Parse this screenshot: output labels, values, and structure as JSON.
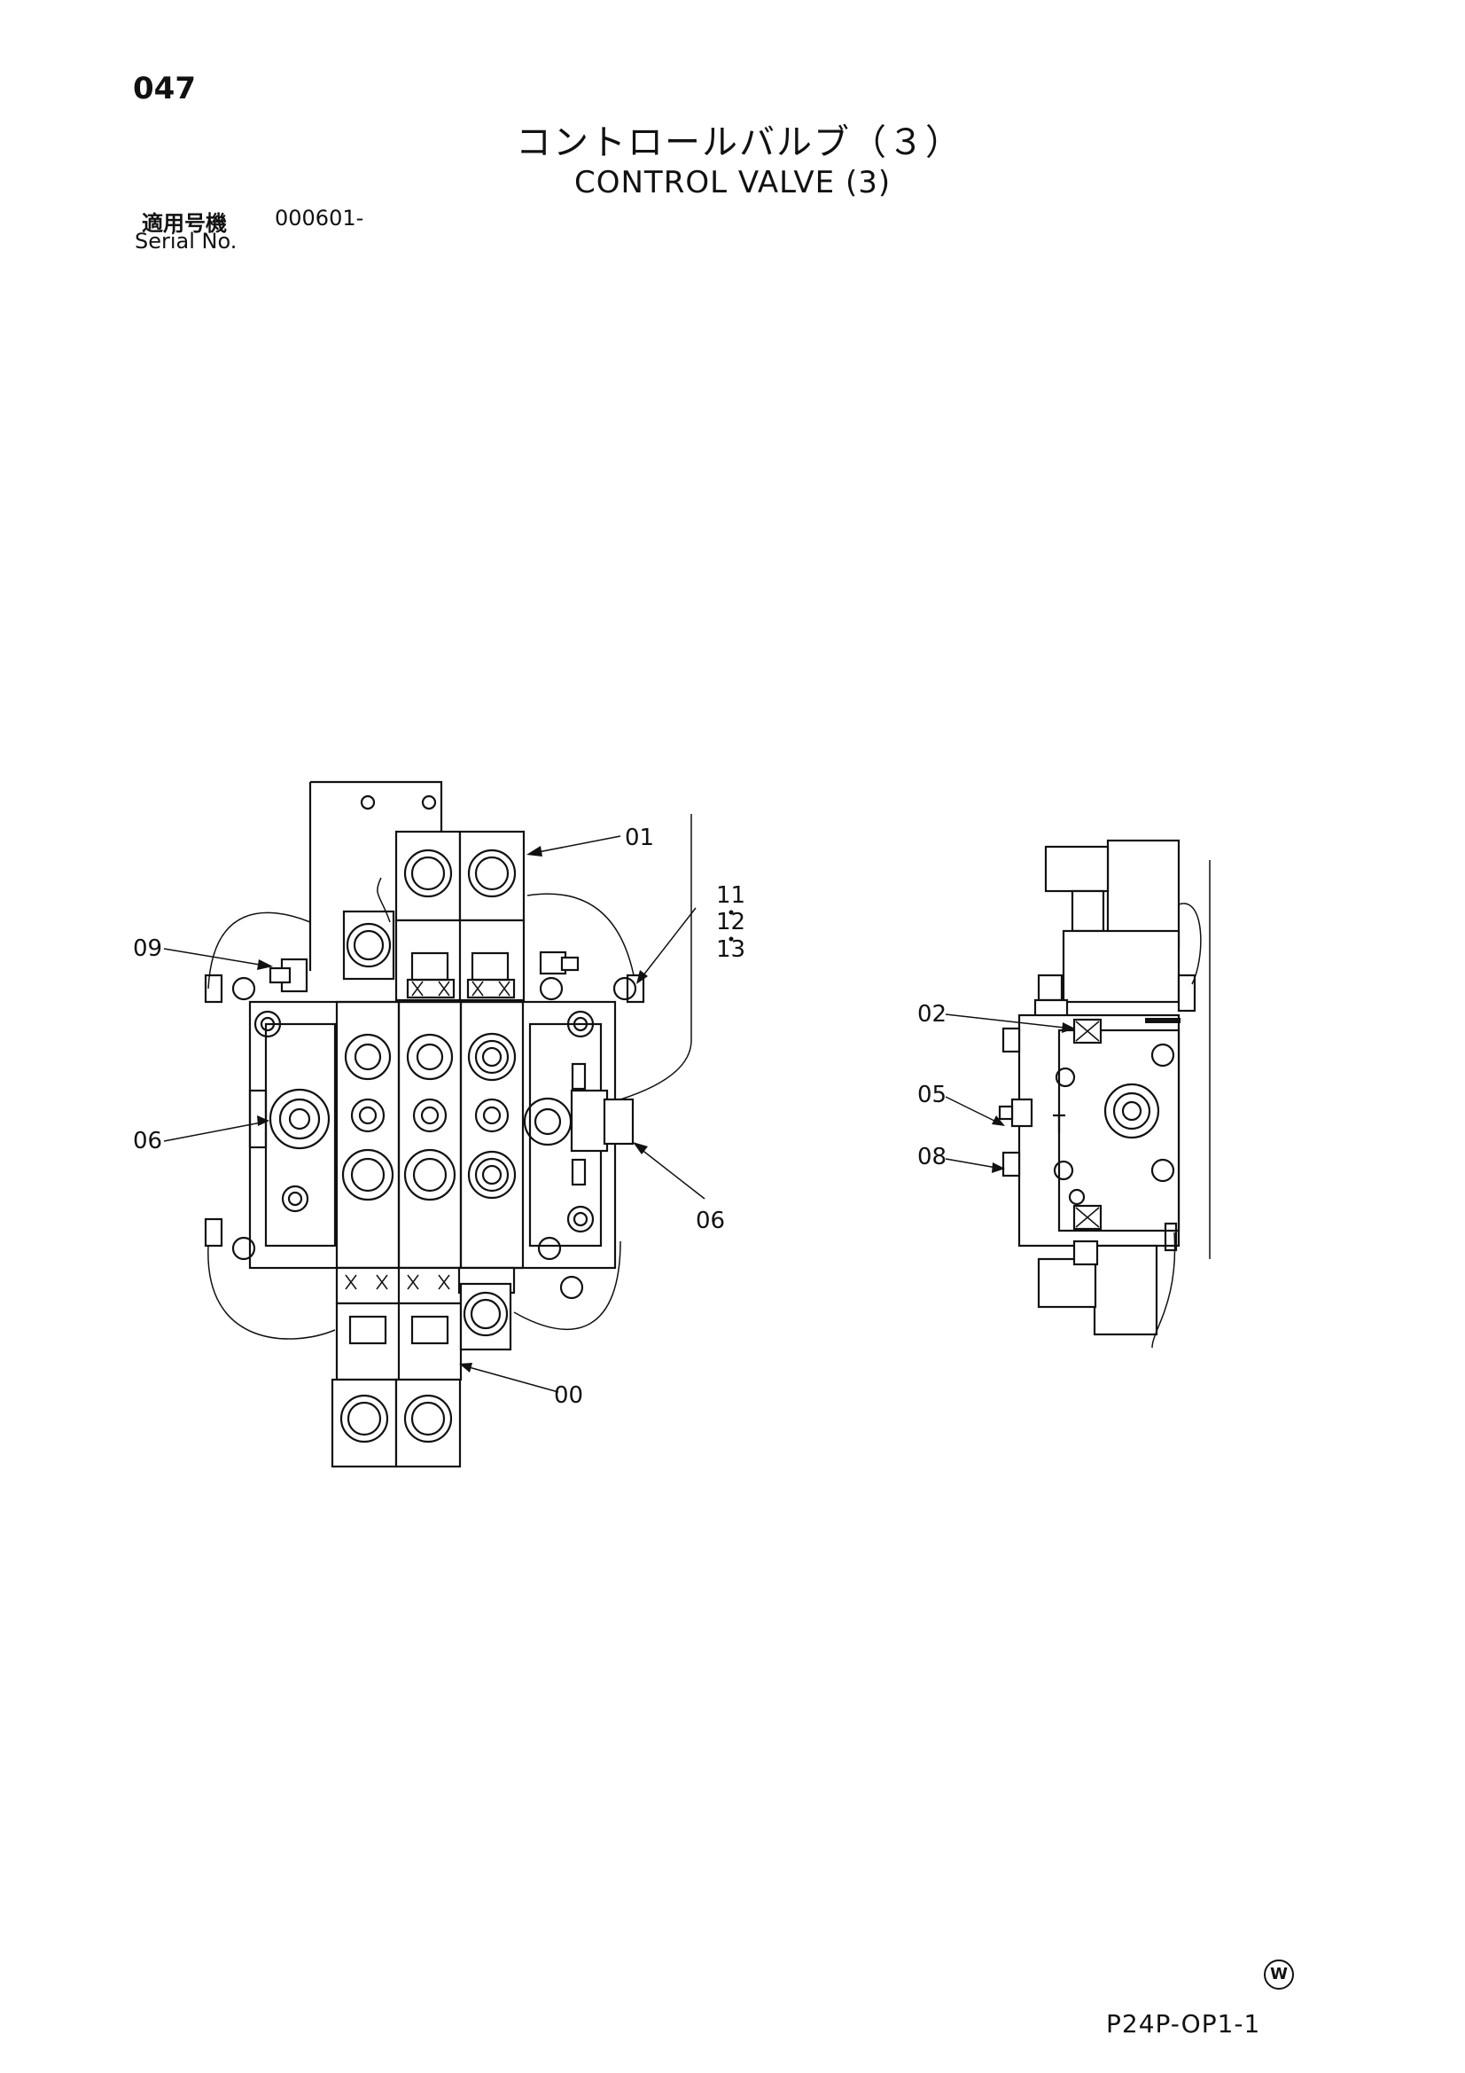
{
  "header": {
    "page_number": "047",
    "title_jp": "コントロールバルブ（３）",
    "title_en": "CONTROL VALVE (3)",
    "serial_label_jp": "適用号機",
    "serial_value": "000601-",
    "serial_label_en": "Serial No."
  },
  "callouts": {
    "c01": "01",
    "c11": "11",
    "c12": "12",
    "c13": "13",
    "c09": "09",
    "c06_left": "06",
    "c06_right": "06",
    "c00": "00",
    "c02": "02",
    "c05": "05",
    "c08": "08"
  },
  "footer": {
    "watermark_symbol": "W",
    "drawing_code": "P24P-OP1-1"
  }
}
